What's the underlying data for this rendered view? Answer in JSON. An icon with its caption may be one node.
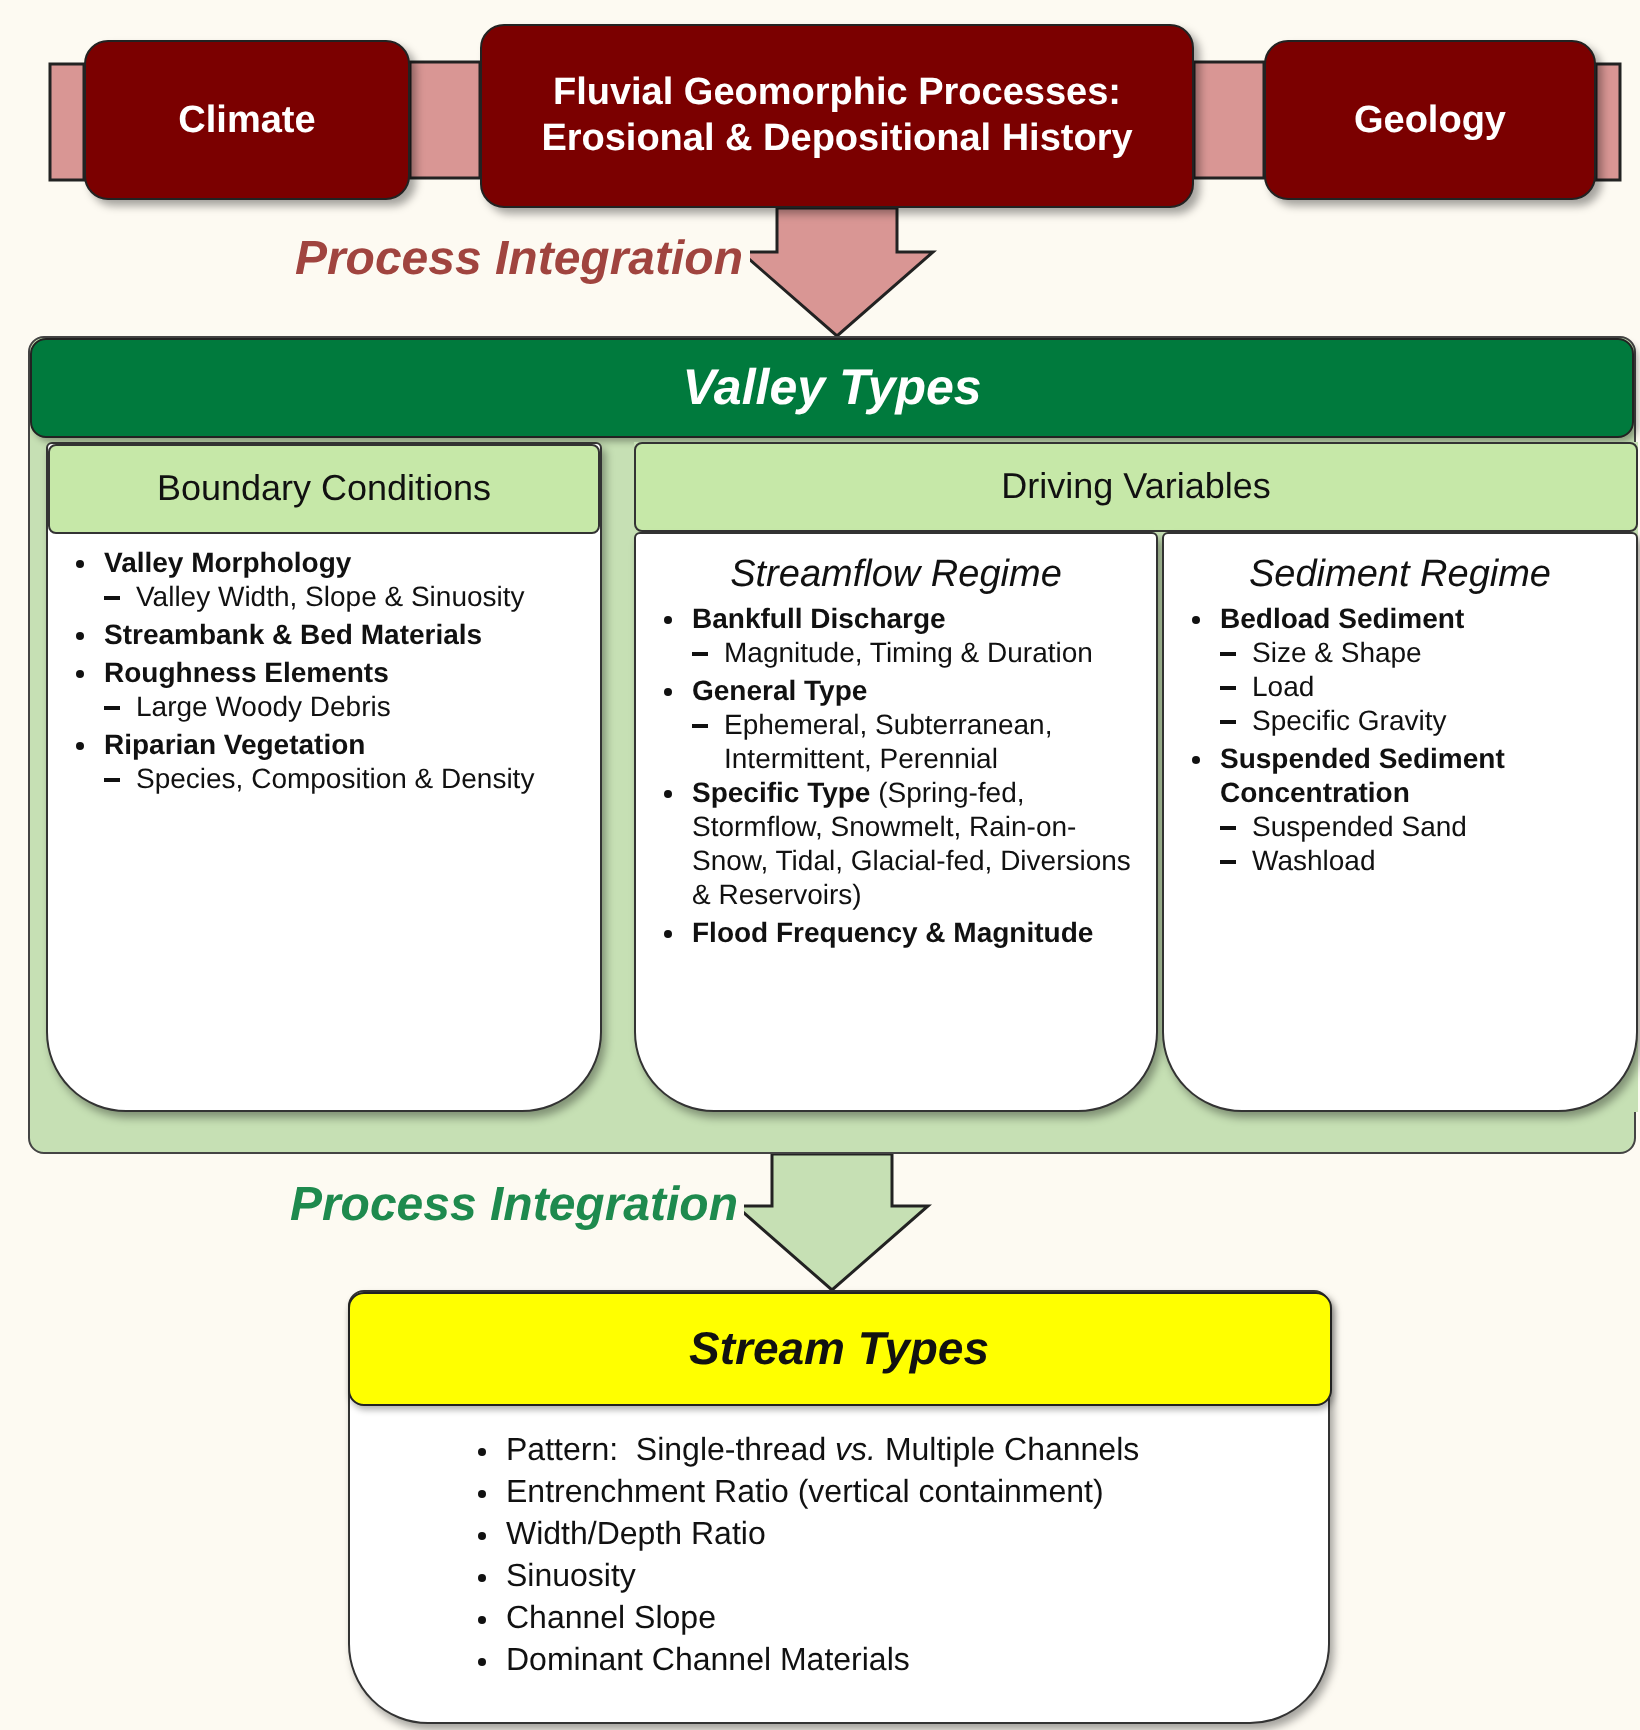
{
  "diagram": {
    "nodes": [
      {
        "text": [
          "Climate"
        ]
      },
      {
        "text": [
          "Fluvial Geomorphic Processes: Erosional & Depositional History"
        ]
      },
      {
        "text": [
          "Geology"
        ]
      },
      {
        "text": [
          "Valley Types"
        ]
      },
      {
        "text": [
          "Boundary Conditions",
          "Valley Morphology",
          "Valley Width, Slope & Sinuosity",
          "Streambank & Bed Materials",
          "Roughness Elements",
          "Large Woody Debris",
          "Riparian Vegetation",
          "Species, Composition & Density"
        ],
        "in": 3
      },
      {
        "text": [
          "Driving Variables"
        ],
        "in": 3
      },
      {
        "text": [
          "Streamflow Regime",
          "Bankfull Discharge",
          "Magnitude, Timing & Duration",
          "General Type",
          "Ephemeral, Subterranean, Intermittent, Perennial",
          "**Specific Type** (Spring-fed, Stormflow, Snowmelt, Rain-on-Snow, Tidal, Glacial-fed, Diversions & Reservoirs)",
          "Flood Frequency & Magnitude"
        ],
        "in": 5
      },
      {
        "text": [
          "Sediment Regime",
          "Bedload Sediment",
          "Size & Shape",
          "Load",
          "Specific Gravity",
          "Suspended Sediment Concentration",
          "Suspended Sand",
          "Washload"
        ],
        "in": 5
      },
      {
        "text": [
          "Stream Types",
          "Pattern:  Single-thread *vs.* Multiple Channels",
          "Entrenchment Ratio (vertical containment)",
          "Width/Depth Ratio",
          "Sinuosity",
          "Channel Slope",
          "Dominant Channel Materials"
        ]
      }
    ],
    "edges": [
      {
        "from": 0,
        "to": 1,
        "arrow": "none"
      },
      {
        "from": 1,
        "to": 2,
        "arrow": "none"
      },
      {
        "from": 1,
        "to": 3,
        "arrow": "to",
        "label": "Process Integration"
      },
      {
        "from": 3,
        "to": 8,
        "arrow": "to",
        "label": "Process Integration",
        "color": "#c6e0b4"
      }
    ]
  }
}
